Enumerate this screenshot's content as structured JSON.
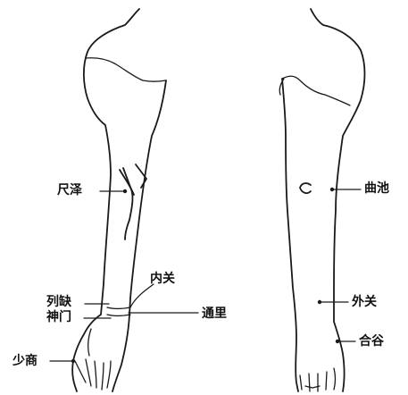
{
  "labels": {
    "chize": "尺泽",
    "neiguan": "内关",
    "lieque": "列缺",
    "shenmen": "神门",
    "tongli": "通里",
    "shaoshang": "少商",
    "quchi": "曲池",
    "waiguan": "外关",
    "hegu": "合谷"
  }
}
